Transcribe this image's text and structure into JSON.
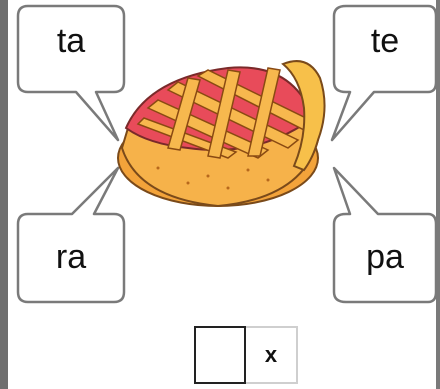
{
  "syllables": {
    "top_left": "ta",
    "top_right": "te",
    "bottom_left": "ra",
    "bottom_right": "pa"
  },
  "answer": {
    "mark": "x"
  },
  "illustration": {
    "icon": "pie-icon",
    "crust_color": "#f6b24a",
    "filling_color": "#e84b5a"
  }
}
